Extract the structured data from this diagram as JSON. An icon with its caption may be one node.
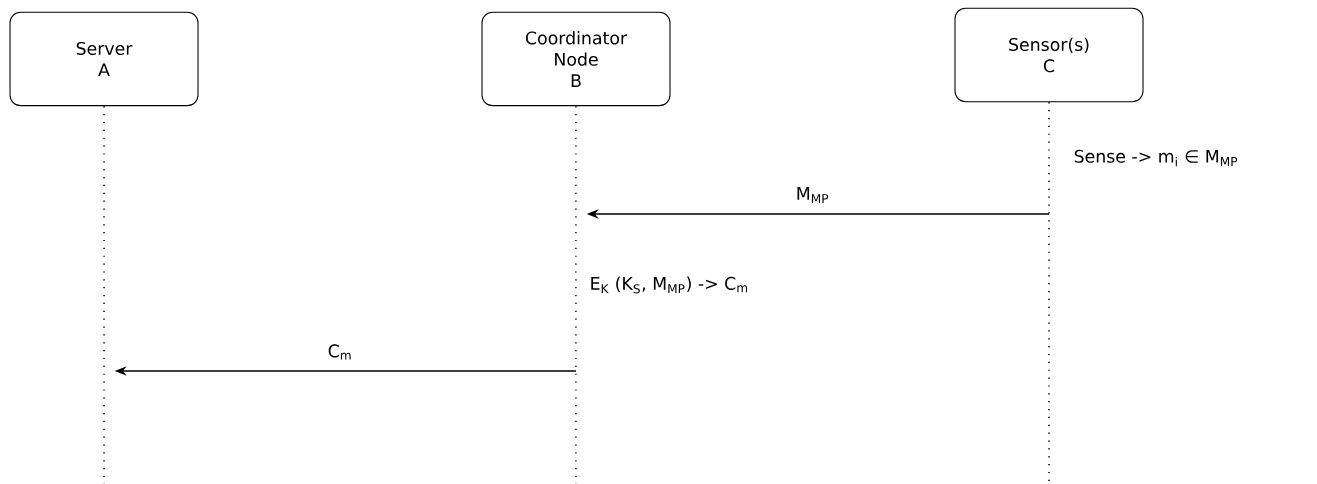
{
  "diagram": {
    "nodes": [
      {
        "text": [
          "Server",
          "A"
        ]
      },
      {
        "text": [
          "Coordinator Node",
          "B"
        ]
      },
      {
        "text": [
          "Sensor(s)",
          "C"
        ]
      }
    ],
    "edges": [
      {
        "from": 2,
        "to": 1,
        "arrow": "to",
        "label": "M$_{MP}$"
      },
      {
        "from": 1,
        "to": 0,
        "arrow": "to",
        "label": "C$_{m}$"
      }
    ],
    "labels": [
      "Sense -> m$_{i}$ ∈ M$_{MP}$",
      "E$_{K}$ (K$_{S}$, M$_{MP}$) -> C$_{m}$"
    ]
  }
}
